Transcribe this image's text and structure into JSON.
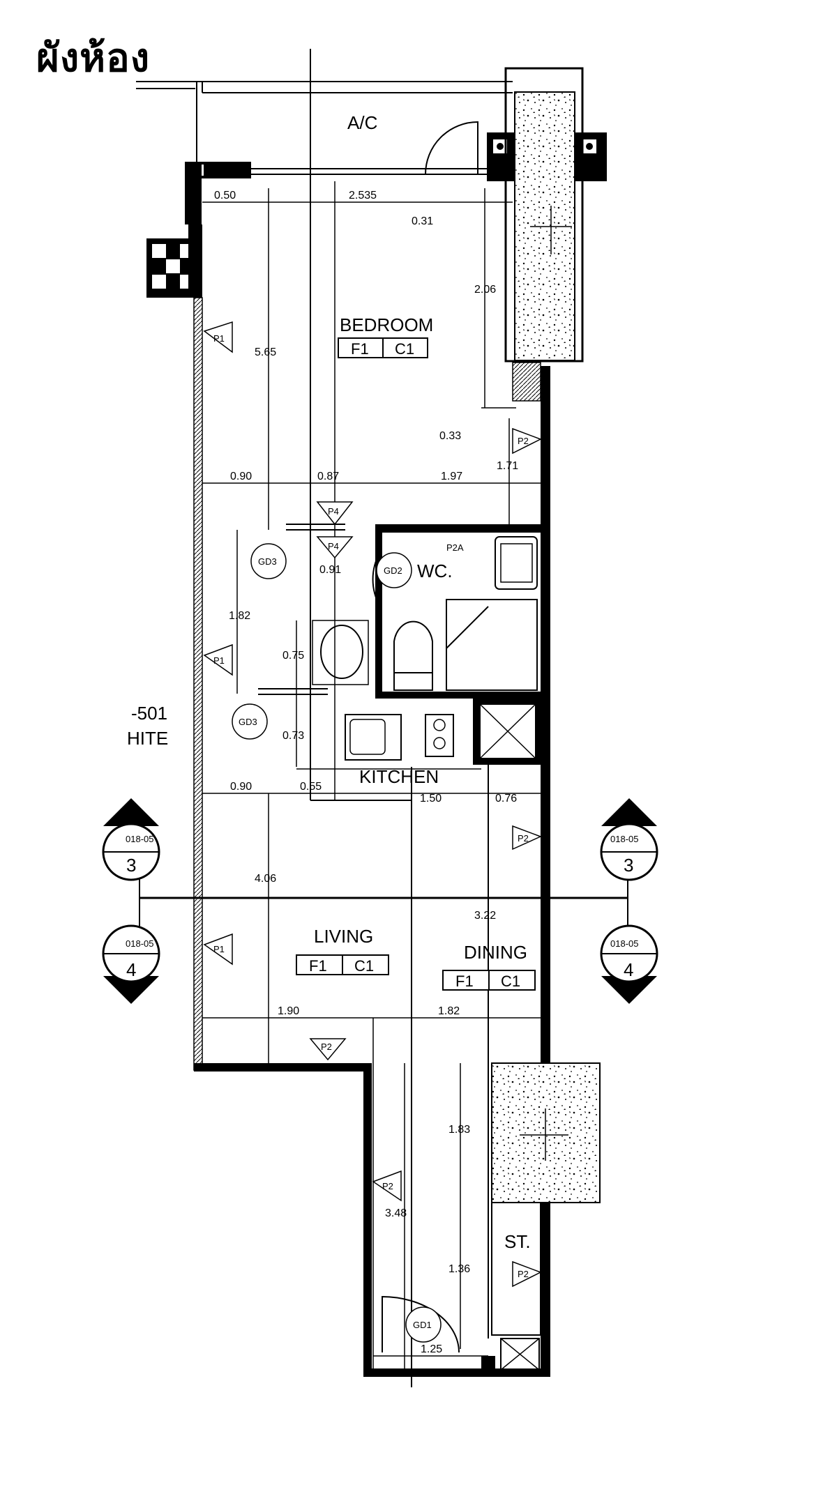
{
  "title": "ผังห้อง",
  "rooms": {
    "ac": "A/C",
    "bedroom": "BEDROOM",
    "wc": "WC.",
    "kitchen": "KITCHEN",
    "living": "LIVING",
    "dining": "DINING",
    "store": "ST."
  },
  "finish_tags": {
    "floor": "F1",
    "ceiling": "C1"
  },
  "doors": {
    "gd1": "GD1",
    "gd2": "GD2",
    "gd3a": "GD3",
    "gd3b": "GD3"
  },
  "partition_tags": {
    "p1": "P1",
    "p2": "P2",
    "p2a": "P2A",
    "p4": "P4"
  },
  "unit_label": {
    "line1": "-501",
    "line2": "HITE"
  },
  "sections": {
    "left3": {
      "ref": "018-05",
      "num": "3"
    },
    "right3": {
      "ref": "018-05",
      "num": "3"
    },
    "left4": {
      "ref": "018-05",
      "num": "4"
    },
    "right4": {
      "ref": "018-05",
      "num": "4"
    }
  },
  "dimensions": {
    "d050": "0.50",
    "d2535": "2.535",
    "d031": "0.31",
    "d206": "2.06",
    "d565": "5.65",
    "d033": "0.33",
    "d171": "1.71",
    "d090a": "0.90",
    "d087": "0.87",
    "d197": "1.97",
    "d091": "0.91",
    "d182a": "1.82",
    "d075": "0.75",
    "d073": "0.73",
    "d090b": "0.90",
    "d055": "0.55",
    "d150": "1.50",
    "d076": "0.76",
    "d406": "4.06",
    "d322": "3.22",
    "d190": "1.90",
    "d182b": "1.82",
    "d183": "1.83",
    "d348": "3.48",
    "d136": "1.36",
    "d125": "1.25"
  }
}
